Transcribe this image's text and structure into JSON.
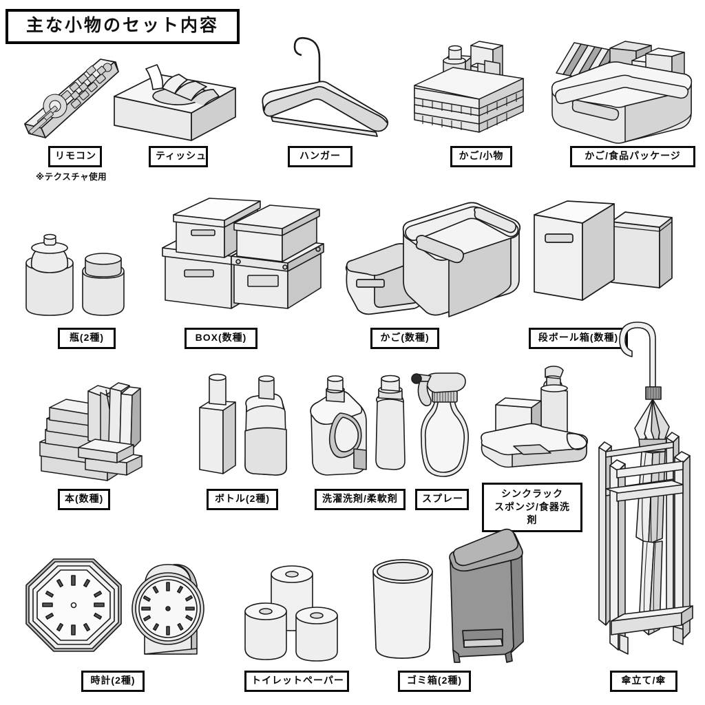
{
  "page": {
    "title": "主な小物のセット内容",
    "note": "※テクスチャ使用",
    "background_color": "#ffffff",
    "line_color": "#1a1a1a",
    "label_border_color": "#0a0a0a"
  },
  "rows": [
    {
      "row_index": 1,
      "items": [
        {
          "label": "リモコン",
          "icon": "remote-control-icon"
        },
        {
          "label": "ティッシュ",
          "icon": "tissue-box-icon"
        },
        {
          "label": "ハンガー",
          "icon": "clothes-hanger-icon"
        },
        {
          "label": "かご/小物",
          "icon": "basket-small-goods-icon"
        },
        {
          "label": "かご/食品パッケージ",
          "icon": "basket-food-package-icon"
        }
      ]
    },
    {
      "row_index": 2,
      "items": [
        {
          "label": "瓶(2種)",
          "icon": "jars-icon"
        },
        {
          "label": "BOX(数種)",
          "icon": "storage-boxes-icon"
        },
        {
          "label": "かご(数種)",
          "icon": "baskets-icon"
        },
        {
          "label": "段ボール箱(数種)",
          "icon": "cardboard-boxes-icon"
        }
      ]
    },
    {
      "row_index": 3,
      "items": [
        {
          "label": "本(数種)",
          "icon": "books-icon"
        },
        {
          "label": "ボトル(2種)",
          "icon": "bottles-icon"
        },
        {
          "label": "洗濯洗剤/柔軟剤",
          "icon": "laundry-detergent-icon"
        },
        {
          "label": "スプレー",
          "icon": "spray-bottle-icon"
        },
        {
          "label": "シンクラック\nスポンジ/食器洗剤",
          "label_line1": "シンクラック",
          "label_line2": "スポンジ/食器洗剤",
          "icon": "sink-rack-icon"
        }
      ]
    },
    {
      "row_index": 4,
      "items": [
        {
          "label": "時計(2種)",
          "icon": "clocks-icon"
        },
        {
          "label": "トイレットペーパー",
          "icon": "toilet-paper-icon"
        },
        {
          "label": "ゴミ箱(2種)",
          "icon": "trash-bins-icon"
        },
        {
          "label": "傘立て/傘",
          "icon": "umbrella-stand-icon"
        }
      ]
    }
  ],
  "colors": {
    "outline": "#1a1a1a",
    "fill_light": "#f2f2f2",
    "fill_mid": "#dcdcdc",
    "fill_dark": "#bdbdbd",
    "fill_darker": "#9a9a9a",
    "trash_bin": "#969696",
    "trash_bin_lid": "#a6a6a6",
    "white": "#ffffff"
  }
}
